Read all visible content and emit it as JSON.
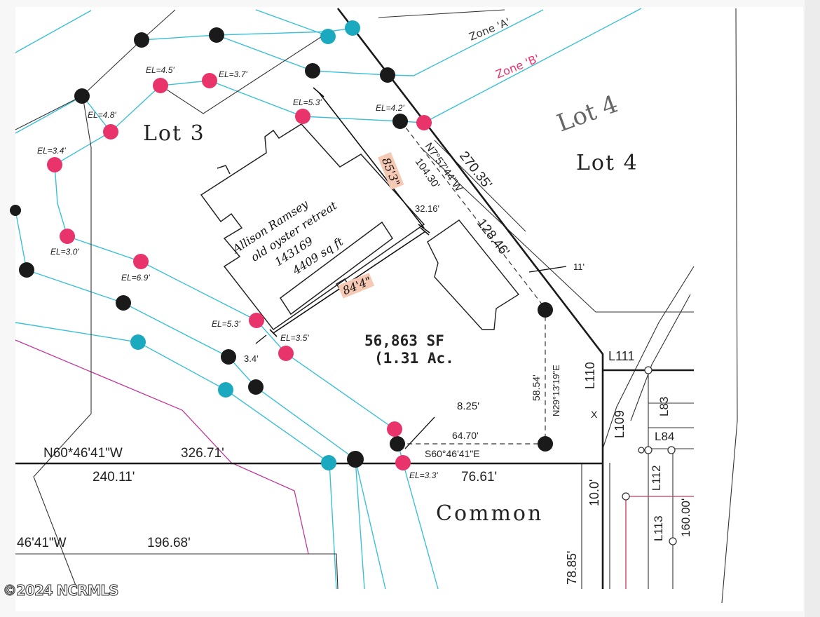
{
  "labels": {
    "lot3": "Lot 3",
    "lot4_main": "Lot 4",
    "lot4_sketch": "Lot 4",
    "common": "Common",
    "zone_a": "Zone 'A'",
    "zone_b": "Zone 'B'",
    "area_sf": "56,863 SF",
    "area_ac": "(1.31 Ac."
  },
  "handwritten": {
    "line1": "Allison Ramsey",
    "line2": "old oyster retreat",
    "line3": "143169",
    "line4": "4409 sq ft",
    "dim_side": "85'3\"",
    "dim_bottom": "84'4\""
  },
  "elevations": {
    "el45": "EL=4.5'",
    "el37": "EL=3.7'",
    "el48": "EL=4.8'",
    "el53a": "EL=5.3'",
    "el42": "EL=4.2'",
    "el34": "EL=3.4'",
    "el30": "EL=3.0'",
    "el69": "EL=6.9'",
    "el53b": "EL=5.3'",
    "el35": "EL=3.5'",
    "el33": "EL=3.3'"
  },
  "dimensions": {
    "d270": "270.35'",
    "bearing_ne": "N7°57'44\"W",
    "d104": "104.30'",
    "d128": "128.46'",
    "d3216": "32.16'",
    "d11": "11'",
    "d34": "3.4'",
    "d825": "8.25'",
    "d6470": "64.70'",
    "bearing_s": "S60°46'41\"E",
    "d5854": "58.54'",
    "bearing_e": "N29°13'19\"E",
    "bearing_w": "N60*46'41\"W",
    "d32671": "326.71'",
    "d24011": "240.11'",
    "d7661": "76.61'",
    "bearing_w2": "46'41\"W",
    "d19668": "196.68'",
    "d100": "10.0'",
    "d7885": "78.85'",
    "d16000": "160.00'",
    "x_mark": "X"
  },
  "line_labels": {
    "l111": "L111",
    "l110": "L110",
    "l109": "L109",
    "l83": "L83",
    "l84": "L84",
    "l112": "L112",
    "l113": "L113"
  },
  "watermark": "©2024 NCRMLS",
  "colors": {
    "pink_point": "#e8336b",
    "black_point": "#1a1a1a",
    "teal_point": "#1aa9bf",
    "cyan_line": "#3cc0d6",
    "magenta_line": "#c23a9a",
    "boundary": "#1a1a1a"
  }
}
